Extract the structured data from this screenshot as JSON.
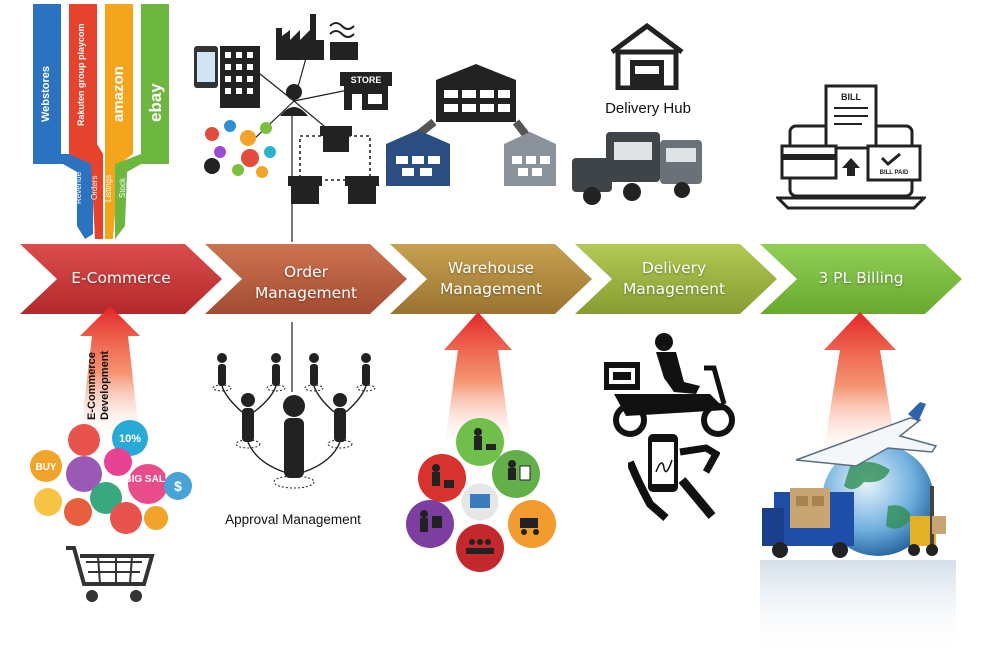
{
  "process_stages": [
    {
      "label": "E-Commerce",
      "color": "#c93a3b"
    },
    {
      "label": "Order Management",
      "color": "#b85c3f"
    },
    {
      "label": "Warehouse Management",
      "color": "#b08a3c"
    },
    {
      "label": "Delivery Management",
      "color": "#98b03e"
    },
    {
      "label": "3 PL Billing",
      "color": "#7cbd3e"
    }
  ],
  "marketplace_ribbons": [
    {
      "brand": "Webstores",
      "metric": "Revenue",
      "color": "#2b73c0"
    },
    {
      "brand": "Rakuten group playcom",
      "metric": "Orders",
      "color": "#e5432e"
    },
    {
      "brand": "amazon",
      "metric": "Listings",
      "color": "#f3a51c"
    },
    {
      "brand": "ebay",
      "metric": "Stock",
      "color": "#6db63f"
    }
  ],
  "ecommerce_development_label": "E-Commerce Development",
  "approval_management_label": "Approval Management",
  "delivery_hub_label": "Delivery Hub",
  "store_sign": "STORE",
  "bill_doc": {
    "title": "BILL",
    "paid_stamp": "BILL PAID"
  },
  "ecommerce_bubbles": {
    "buy": "BUY",
    "sale_percent": "10%",
    "big_sale": "BIG SALE",
    "dollar": "$"
  }
}
